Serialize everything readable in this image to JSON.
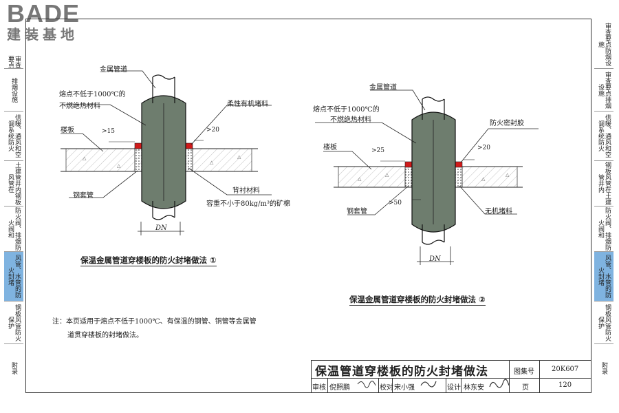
{
  "logo": {
    "brand": "BADE",
    "subtitle": "建装基地"
  },
  "left_tabs": [
    {
      "label": "审查要点"
    },
    {
      "label": "排烟设施"
    },
    {
      "label": "供暖、通风和空调系统防火"
    },
    {
      "label": "土建管井内钢板风管在"
    },
    {
      "label": "防火阀、排烟防火阀和"
    },
    {
      "label": "风管、水管的防火封堵"
    },
    {
      "label": "钢板风管防火保护"
    },
    {
      "label": "附录"
    }
  ],
  "right_tabs": [
    {
      "label": "审查要点防烟设施"
    },
    {
      "label": "审查要点排烟设施"
    },
    {
      "label": "供暖、通风和空调系统防火"
    },
    {
      "label": "钢板风管在土建管井内"
    },
    {
      "label": "防火阀、排烟防火阀和"
    },
    {
      "label": "风管、水管的防火封堵"
    },
    {
      "label": "钢板风管防火保护"
    },
    {
      "label": "附录"
    }
  ],
  "diagram1": {
    "labels": {
      "metal_pipe": "金属管道",
      "insulation_line1": "熔点不低于1000℃的",
      "insulation_line2": "不燃绝热材料",
      "flexible_seal": "柔性有机堵料",
      "floor": "楼板",
      "dim_15": "15",
      "dim_20": "20",
      "backing": "背衬材料",
      "wool": "容重不小于80kg/m³的矿棉",
      "sleeve": "钢套管",
      "dn": "DN"
    },
    "caption": "保温金属管道穿楼板的防火封堵做法 ①"
  },
  "diagram2": {
    "labels": {
      "metal_pipe": "金属管道",
      "insulation_line1": "熔点不低于1000℃的",
      "insulation_line2": "不燃绝热材料",
      "sealant": "防火密封胶",
      "floor": "楼板",
      "dim_25": "25",
      "dim_20": "20",
      "sleeve": "钢套管",
      "dim_50": "50",
      "inorganic": "无机堵料",
      "dn": "DN"
    },
    "caption": "保温金属管道穿楼板的防火封堵做法 ②"
  },
  "note": {
    "line1": "注：本页适用于熔点不低于1000℃、有保温的钢管、铜管等金属管",
    "line2": "道贯穿楼板的封堵做法。"
  },
  "title_block": {
    "title": "保温管道穿楼板的防火封堵做法",
    "atlas_label": "图集号",
    "atlas_no": "20K607",
    "review_label": "审核",
    "reviewer": "倪照鹏",
    "check_label": "校对",
    "checker": "宋小强",
    "design_label": "设计",
    "designer": "林东安",
    "page_label": "页",
    "page_no": "120"
  },
  "colors": {
    "pipe_fill": "#6e7d6e",
    "pipe_outline": "#111111",
    "seal_red": "#d01a1a",
    "tab_highlight": "#7fb3e0"
  }
}
